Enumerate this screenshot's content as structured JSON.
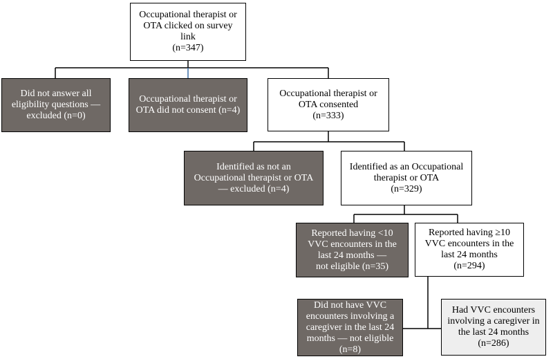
{
  "colors": {
    "box_dark": "#6f6965",
    "box_white": "#ffffff",
    "box_light": "#eeeeee",
    "accent_line": "#3a6ea5"
  },
  "flowchart": {
    "nodes": {
      "start": "Occupational therapist or\nOTA clicked on survey\nlink\n(n=347)",
      "no_answer": "Did not answer all\neligibility questions —\nexcluded (n=0)",
      "no_consent": "Occupational therapist or\nOTA did not consent (n=4)",
      "consented": "Occupational therapist or\nOTA consented\n(n=333)",
      "not_ot": "Identified as not an\nOccupational therapist or OTA\n— excluded (n=4)",
      "is_ot": "Identified as an Occupational\ntherapist or OTA\n(n=329)",
      "lt10": "Reported having <10\nVVC encounters in the\nlast 24 months —\nnot eligible (n=35)",
      "ge10": "Reported having ≥10\nVVC encounters in the\nlast 24 months\n(n=294)",
      "no_caregiver": "Did not have VVC\nencounters involving a\ncaregiver in the last 24\nmonths — not eligible\n(n=8)",
      "caregiver": "Had VVC encounters\ninvolving a caregiver in\nthe last 24 months\n(n=286)"
    }
  }
}
